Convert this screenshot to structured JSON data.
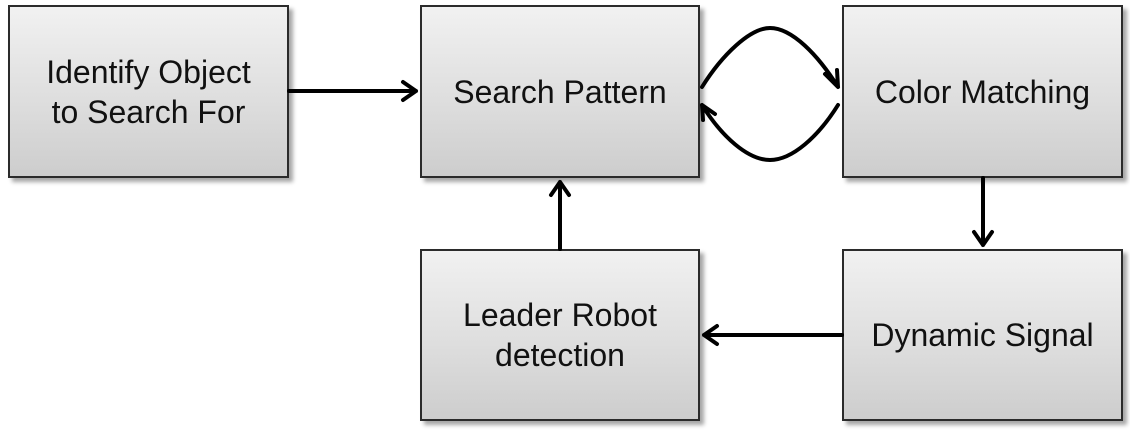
{
  "diagram": {
    "nodes": {
      "identify": {
        "label": "Identify Object\nto Search For"
      },
      "search": {
        "label": "Search Pattern"
      },
      "color": {
        "label": "Color Matching"
      },
      "leader": {
        "label": "Leader Robot\ndetection"
      },
      "dynamic": {
        "label": "Dynamic Signal"
      }
    },
    "edges": [
      {
        "from": "identify",
        "to": "search"
      },
      {
        "from": "search",
        "to": "color"
      },
      {
        "from": "color",
        "to": "search"
      },
      {
        "from": "color",
        "to": "dynamic"
      },
      {
        "from": "dynamic",
        "to": "leader"
      },
      {
        "from": "leader",
        "to": "search"
      }
    ],
    "colors": {
      "box_border": "#2b2b2b",
      "box_fill_top": "#f1f1f1",
      "box_fill_bottom": "#cdcdcd",
      "arrow": "#000000"
    }
  }
}
